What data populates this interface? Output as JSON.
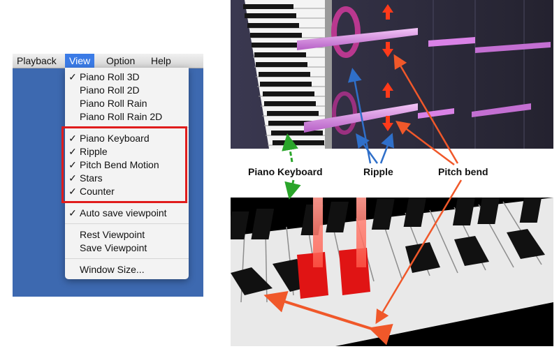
{
  "menubar": {
    "items": [
      "Playback",
      "View",
      "Option",
      "Help"
    ],
    "active": "View"
  },
  "view_menu": {
    "items": [
      {
        "label": "Piano Roll 3D",
        "checked": true
      },
      {
        "label": "Piano Roll 2D",
        "checked": false
      },
      {
        "label": "Piano Roll Rain",
        "checked": false
      },
      {
        "label": "Piano Roll Rain 2D",
        "checked": false
      },
      {
        "label": "Piano Keyboard",
        "checked": true
      },
      {
        "label": "Ripple",
        "checked": true
      },
      {
        "label": "Pitch Bend Motion",
        "checked": true
      },
      {
        "label": "Stars",
        "checked": true
      },
      {
        "label": "Counter",
        "checked": true
      },
      {
        "label": "Auto save viewpoint",
        "checked": true
      },
      {
        "label": "Rest Viewpoint",
        "checked": false
      },
      {
        "label": "Save Viewpoint",
        "checked": false
      },
      {
        "label": "Window Size...",
        "checked": false
      }
    ],
    "check_glyph": "✓"
  },
  "annotations": {
    "piano_keyboard": "Piano Keyboard",
    "ripple": "Ripple",
    "pitch_bend": "Pitch bend"
  },
  "colors": {
    "highlight_box": "#e01c1c",
    "menu_active": "#3b7be6",
    "desktop_blue": "#3d69b0",
    "arrow_green": "#2aa52a",
    "arrow_blue": "#2f6fc9",
    "arrow_orange": "#f0582a",
    "note_bar": "#d982e6",
    "ripple_ring": "#b9388f",
    "pressed_key": "#e01414"
  }
}
